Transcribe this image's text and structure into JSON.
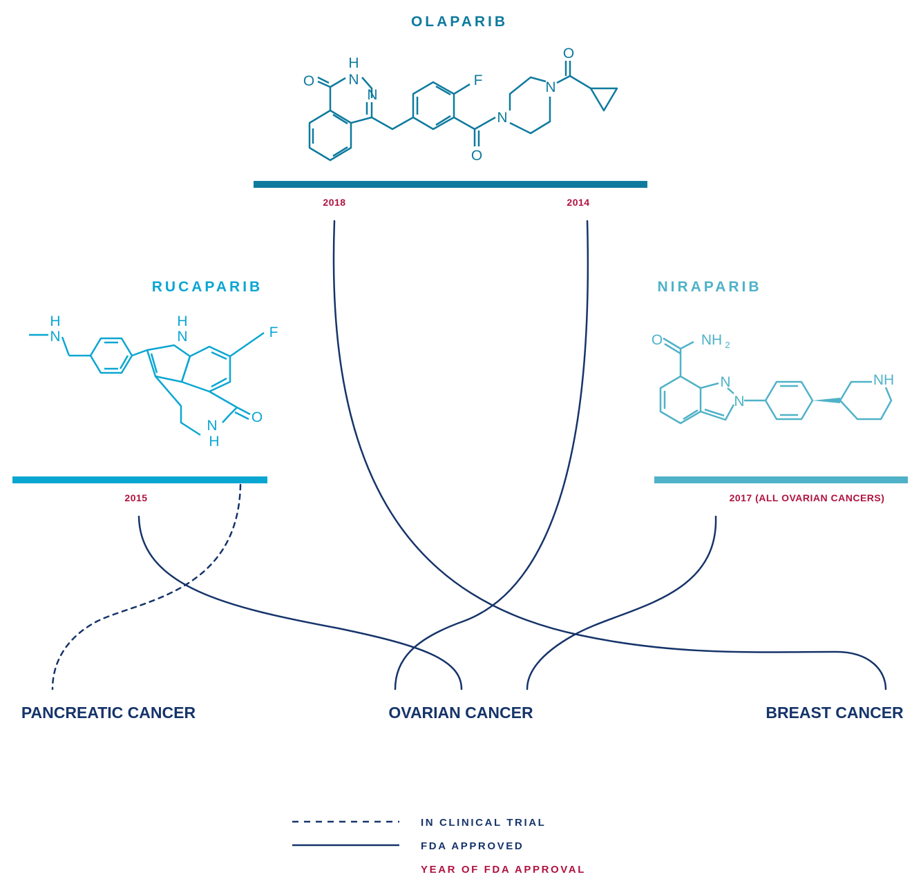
{
  "colors": {
    "olaparib": "#0e7a9e",
    "rucaparib": "#0aa6d2",
    "niraparib": "#4fb2c8",
    "year": "#b0123f",
    "link": "#16346a"
  },
  "drugs": {
    "olaparib": {
      "name": "OLAPARIB",
      "years": [
        "2018",
        "2014"
      ]
    },
    "rucaparib": {
      "name": "RUCAPARIB",
      "years": [
        "2015"
      ]
    },
    "niraparib": {
      "name": "NIRAPARIB",
      "years": [
        "2017 (ALL OVARIAN CANCERS)"
      ]
    }
  },
  "atoms": {
    "olaparib": {
      "o1": "O",
      "h": "H",
      "n1": "N",
      "n2": "N",
      "f": "F",
      "n3": "N",
      "n4": "N",
      "o2": "O",
      "o3": "O"
    },
    "rucaparib": {
      "h1": "H",
      "n1": "N",
      "h2": "H",
      "n2": "N",
      "f": "F",
      "o": "O",
      "n3": "N",
      "h3": "H"
    },
    "niraparib": {
      "o": "O",
      "nh2": "NH",
      "sub2": "2",
      "n1": "N",
      "n2": "N",
      "nh": "NH"
    }
  },
  "cancers": {
    "pancreatic": "PANCREATIC CANCER",
    "ovarian": "OVARIAN CANCER",
    "breast": "BREAST CANCER"
  },
  "legend": {
    "trial": "IN CLINICAL TRIAL",
    "approved": "FDA APPROVED",
    "year": "YEAR OF FDA APPROVAL"
  }
}
